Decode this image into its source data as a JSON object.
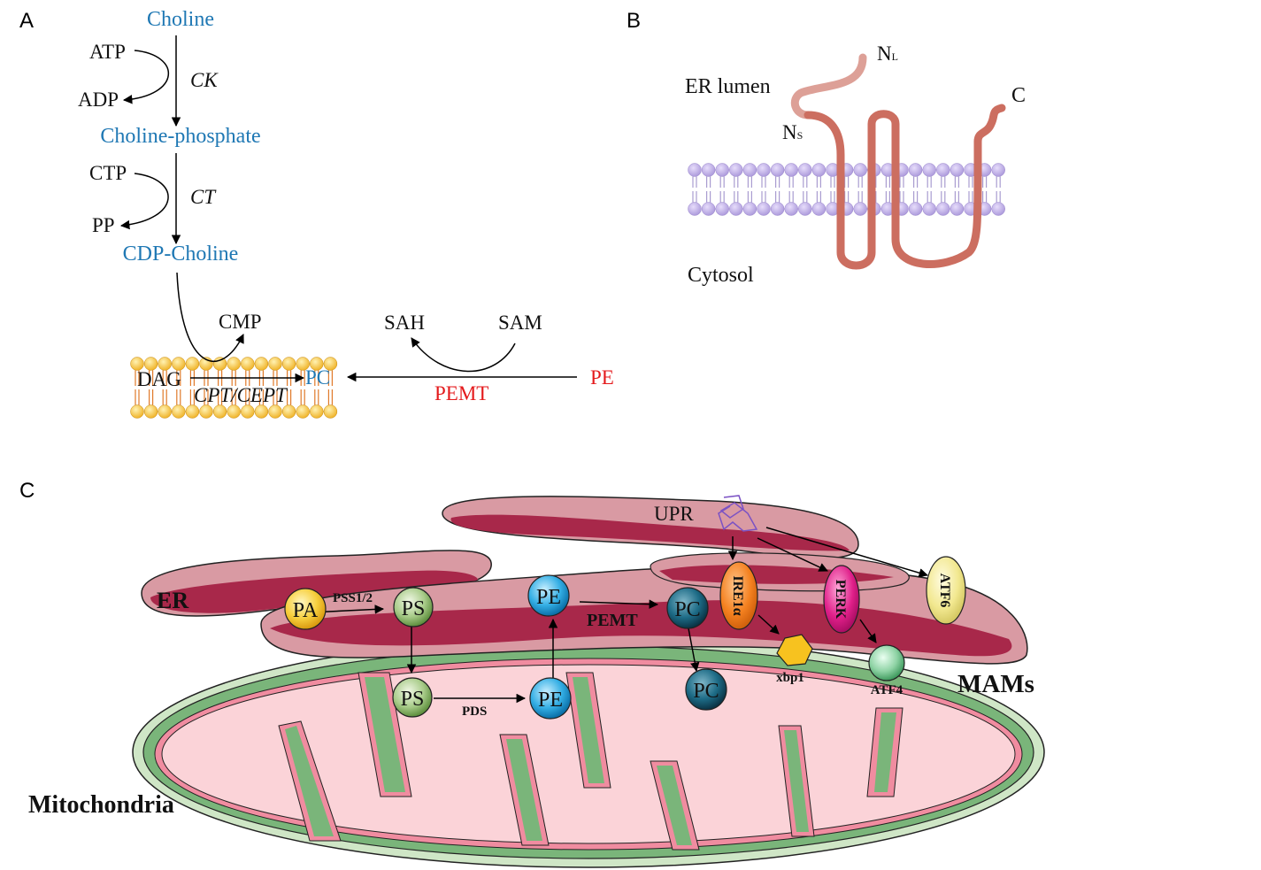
{
  "colors": {
    "metabolite_blue": "#1f78b4",
    "pemt_red": "#e41a1c",
    "membrane_head_a": "#f5c242",
    "membrane_tail_a": "#e07a2a",
    "membrane_head_b": "#b7a6e0",
    "protein_lumen": "#dda097",
    "protein_body": "#cc6e60",
    "er_outer": "#d99aa3",
    "er_inner": "#a8284a",
    "mito_outer": "#cfe6c6",
    "mito_green": "#7ab57a",
    "mito_pink": "#f08ca0",
    "mito_matrix": "#fbd3d8"
  },
  "panel_a": {
    "label": "A",
    "choline": "Choline",
    "atp": "ATP",
    "adp": "ADP",
    "ck": "CK",
    "choline_phosphate": "Choline-phosphate",
    "ctp": "CTP",
    "pp": "PP",
    "ct": "CT",
    "cdp_choline": "CDP-Choline",
    "cmp": "CMP",
    "dag": "DAG",
    "pc": "PC",
    "cpt_cept": "CPT/CEPT",
    "sah": "SAH",
    "sam": "SAM",
    "pe": "PE",
    "pemt": "PEMT"
  },
  "panel_b": {
    "label": "B",
    "er_lumen": "ER lumen",
    "cytosol": "Cytosol",
    "n_l": "N",
    "n_l_sub": "L",
    "n_s": "N",
    "n_s_sub": "S",
    "c_term": "C"
  },
  "panel_c": {
    "label": "C",
    "er": "ER",
    "mitochondria": "Mitochondria",
    "mams": "MAMs",
    "upr": "UPR",
    "pa": "PA",
    "ps_er": "PS",
    "pss": "PSS1/2",
    "pe_er": "PE",
    "pemt": "PEMT",
    "pc_er": "PC",
    "ps_mito": "PS",
    "pds": "PDS",
    "pe_mito": "PE",
    "pc_mito": "PC",
    "ire1a": "IRE1α",
    "perk": "PERK",
    "atf6": "ATF6",
    "xbp1": "xbp1",
    "atf4": "ATF4"
  }
}
